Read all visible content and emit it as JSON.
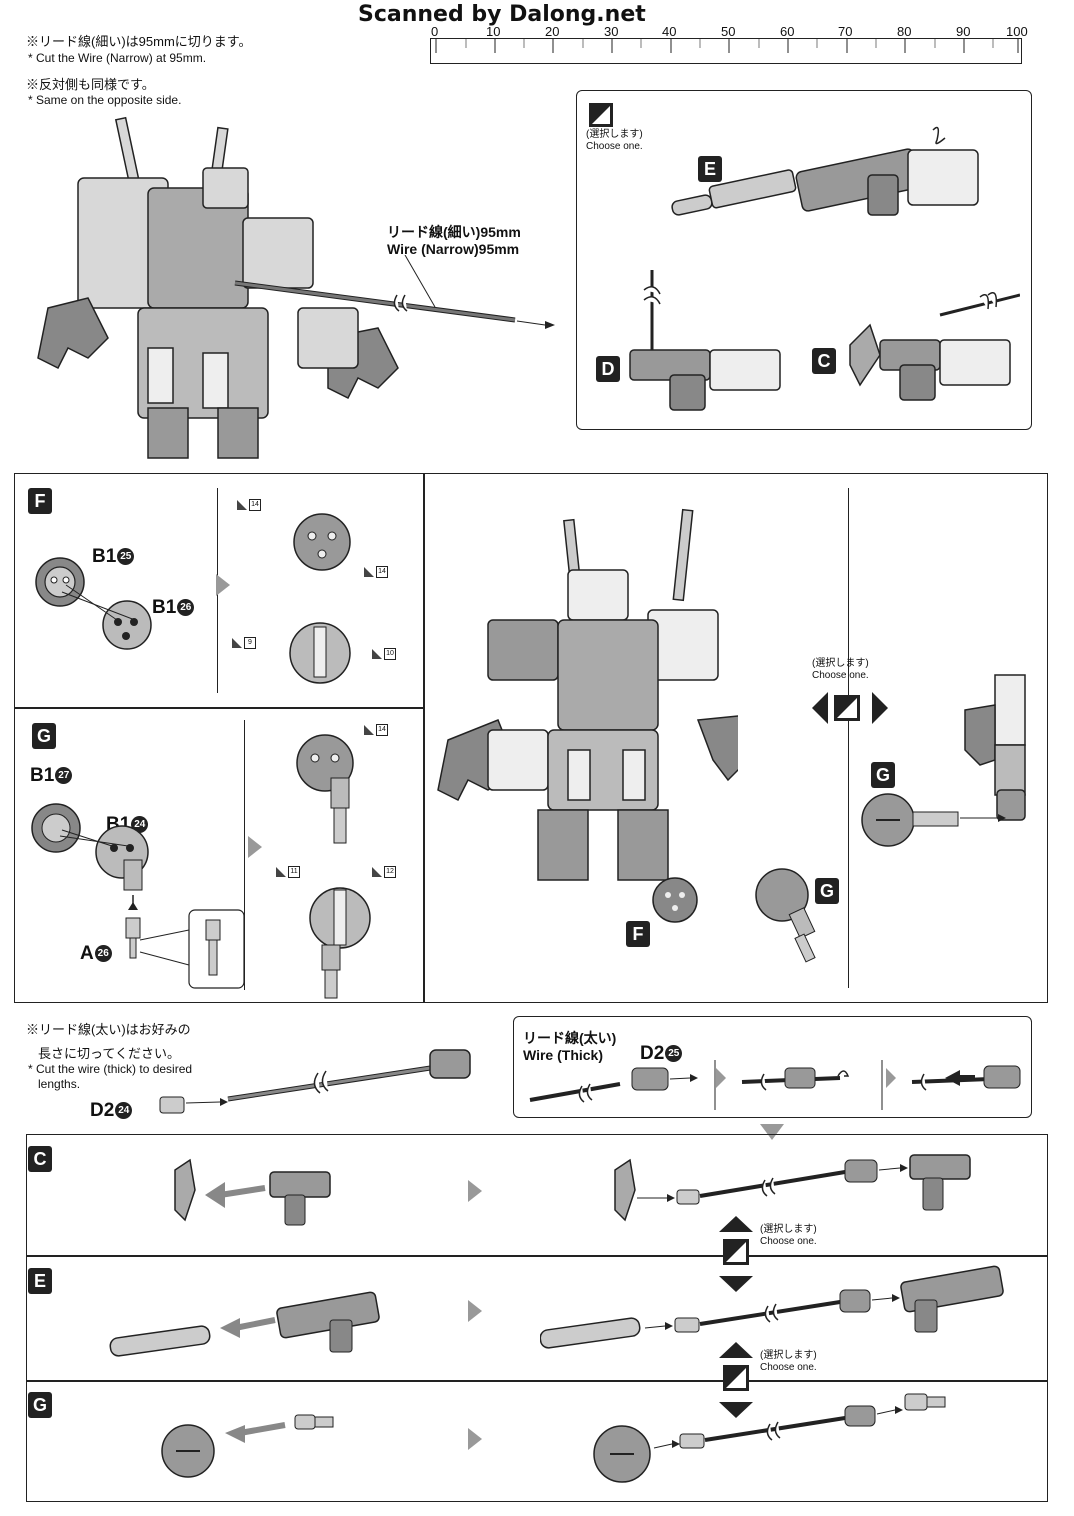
{
  "header": {
    "watermark": "Scanned by Dalong.net",
    "ruler_ticks": [
      "0",
      "10",
      "20",
      "30",
      "40",
      "50",
      "60",
      "70",
      "80",
      "90",
      "100"
    ]
  },
  "notes": {
    "cut_narrow_jp": "※リード線(細い)は95mmに切ります。",
    "cut_narrow_en": "* Cut the Wire (Narrow) at 95mm.",
    "opposite_jp": "※反対側も同様です。",
    "opposite_en": "* Same on the opposite side.",
    "wire_narrow_jp": "リード線(細い)95mm",
    "wire_narrow_en": "Wire (Narrow)95mm",
    "cut_thick_jp_1": "※リード線(太い)はお好みの",
    "cut_thick_jp_2": "長さに切ってください。",
    "cut_thick_en_1": "* Cut the wire (thick) to desired",
    "cut_thick_en_2": "lengths.",
    "wire_thick_jp": "リード線(太い)",
    "wire_thick_en": "Wire (Thick)"
  },
  "choose": {
    "jp": "(選択します)",
    "en": "Choose one.",
    "jp_plain": "選択します"
  },
  "labels": {
    "E": "E",
    "D": "D",
    "C": "C",
    "F": "F",
    "G": "G",
    "A": "A"
  },
  "parts": {
    "b1_25": {
      "runner": "B1",
      "num": "25"
    },
    "b1_26": {
      "runner": "B1",
      "num": "26"
    },
    "b1_27": {
      "runner": "B1",
      "num": "27"
    },
    "b1_24": {
      "runner": "B1",
      "num": "24"
    },
    "a_26": {
      "runner": "A",
      "num": "26"
    },
    "d2_24": {
      "runner": "D2",
      "num": "24"
    },
    "d2_25": {
      "runner": "D2",
      "num": "25"
    }
  },
  "cut_marks": {
    "f1": "14",
    "f2": "14",
    "f3": "9",
    "f4": "10",
    "g1": "14",
    "g2": "11",
    "g3": "12"
  },
  "colors": {
    "ink": "#222222",
    "gray": "#999999",
    "light": "#d8d8d8"
  }
}
